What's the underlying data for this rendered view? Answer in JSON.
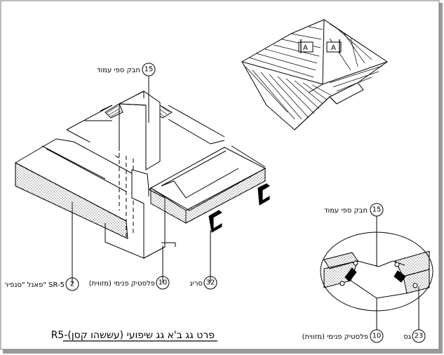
{
  "title": "R5-פרט גג ב'א גג שיפועי (עששהו קסן)",
  "callouts": {
    "c15_main": {
      "num": "15",
      "label": "חבק ספי עמוד"
    },
    "c2": {
      "num": "2",
      "label": "פאנל \"סנפיר\" SR-5"
    },
    "c10_main": {
      "num": "10",
      "label": "פלסטיק פנימי (מזווית)"
    },
    "c32": {
      "num": "32",
      "label": "סריג"
    },
    "c15_detail": {
      "num": "15",
      "label": "חבק ספי עמוד"
    },
    "c10_detail": {
      "num": "10",
      "label": "פלסטיק פנימי (מזווית)"
    },
    "c23": {
      "num": "23",
      "label": "גס"
    }
  },
  "section_marks": [
    "A",
    "A"
  ],
  "colors": {
    "line": "#000000",
    "frame": "#888888",
    "background": "#ffffff"
  }
}
